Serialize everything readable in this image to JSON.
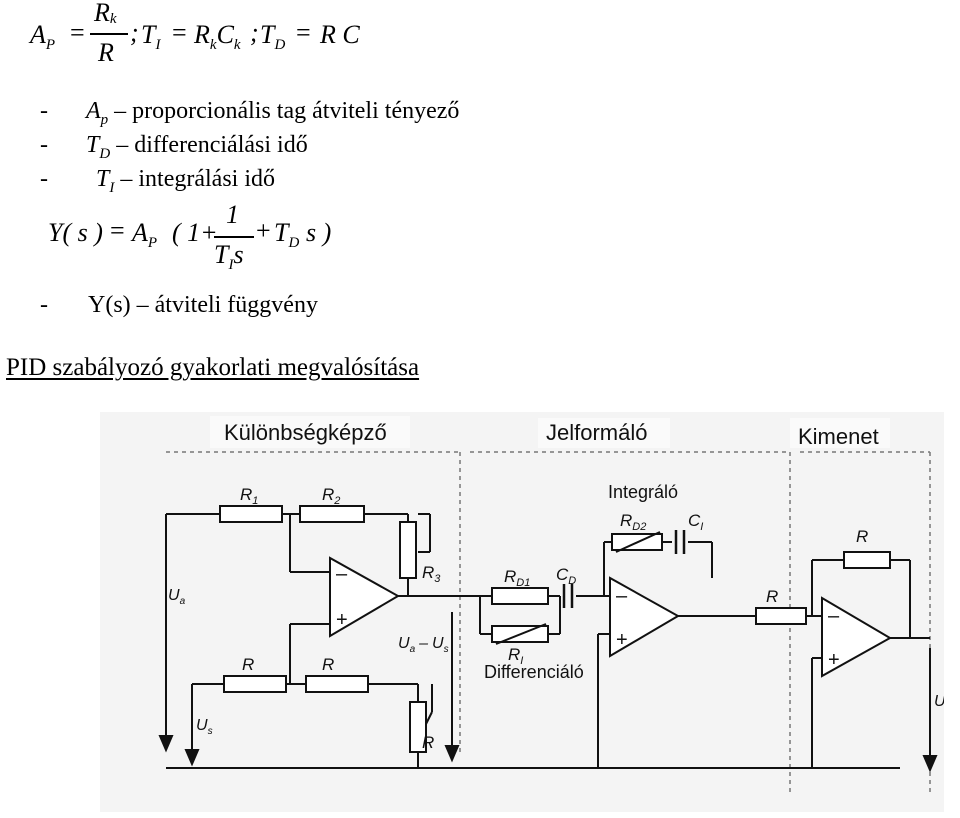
{
  "formula1": {
    "ap_sym": "A",
    "ap_sub": "P",
    "eq": "=",
    "rk_num": "R",
    "rk_num_sub": "k",
    "r_den": "R",
    "sep1": ";",
    "ti_sym": "T",
    "ti_sub": "I",
    "eq2": "=",
    "rkck_r": "R",
    "rkck_r_sub": "k",
    "rkck_c": "C",
    "rkck_c_sub": "k",
    "sep2": ";",
    "td_sym": "T",
    "td_sub": "D",
    "eq3": "=",
    "rc": "R C"
  },
  "definitions": [
    {
      "dash": "-",
      "sym": "A",
      "sub": "p",
      "text": " – proporcionális tag átviteli tényező"
    },
    {
      "dash": "-",
      "sym": "T",
      "sub": "D",
      "text": " – differenciálási idő"
    },
    {
      "dash": "-",
      "sym": "T",
      "sub": "I",
      "text": " – integrálási idő"
    }
  ],
  "formula2": {
    "lhs": "Y( s )",
    "eq": "=",
    "ap": "A",
    "ap_sub": "P",
    "open": "( 1+",
    "num": "1",
    "den_t": "T",
    "den_sub": "I",
    "den_s": "s",
    "plus": "+",
    "td": "T",
    "td_sub": "D",
    "close": "s )"
  },
  "transfer_def": {
    "dash": "-",
    "text": "Y(s) – átviteli függvény"
  },
  "section_heading": "PID szabályozó gyakorlati megvalósítása",
  "diagram": {
    "block_labels": [
      "Különbségképző",
      "Jelformáló",
      "Kimenet"
    ],
    "integrator_label": "Integráló",
    "differentiator_label": "Differenciáló",
    "components": {
      "r1": "R",
      "r1_sub": "1",
      "r2": "R",
      "r2_sub": "2",
      "r3": "R",
      "r3_sub": "3",
      "r_left": "R",
      "r_mid": "R",
      "r_pot": "R",
      "rd1": "R",
      "rd1_sub": "D1",
      "cd": "C",
      "cd_sub": "D",
      "ri": "R",
      "ri_sub": "I",
      "rd2": "R",
      "rd2_sub": "D2",
      "c1": "C",
      "c1_sub": "I",
      "r_out_in": "R",
      "r_out_fb": "R"
    },
    "signals": {
      "ua": "U",
      "ua_sub": "a",
      "us": "U",
      "us_sub": "s",
      "diff_u": "U",
      "diff_u_sub": "a",
      "diff_minus": "–",
      "diff_u2": "U",
      "diff_u2_sub": "s",
      "uk": "U",
      "uk_sub": "k"
    }
  }
}
